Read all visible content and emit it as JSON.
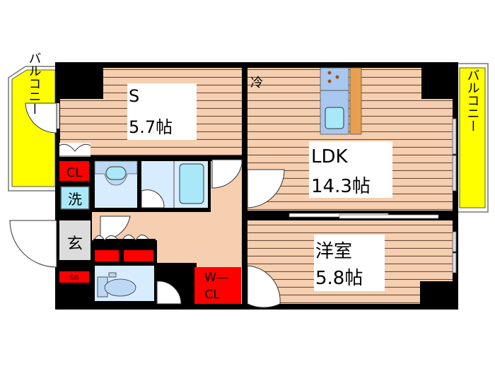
{
  "floorplan": {
    "colors": {
      "floor": "#f5cfb0",
      "floor_line": "#7a5a48",
      "wall": "#000000",
      "balcony": "#ffff00",
      "closet": "#ff0000",
      "wet": "#d8ecff",
      "fixture": "#a8e8f8",
      "entry": "#dcdcdc",
      "counter": "#e8a050"
    },
    "rooms": {
      "s": {
        "name": "S",
        "size": "5.7帖"
      },
      "ldk": {
        "name": "LDK",
        "size": "14.3帖"
      },
      "western": {
        "name": "洋室",
        "size": "5.8帖"
      }
    },
    "labels": {
      "balcony_left": "バルコニー",
      "balcony_right": "バルコニー",
      "fridge": "冷",
      "closet": "CL",
      "washer": "洗",
      "entrance": "玄",
      "shoe_box": "SB",
      "walk_in_closet_line1": "W—",
      "walk_in_closet_line2": "CL"
    }
  }
}
